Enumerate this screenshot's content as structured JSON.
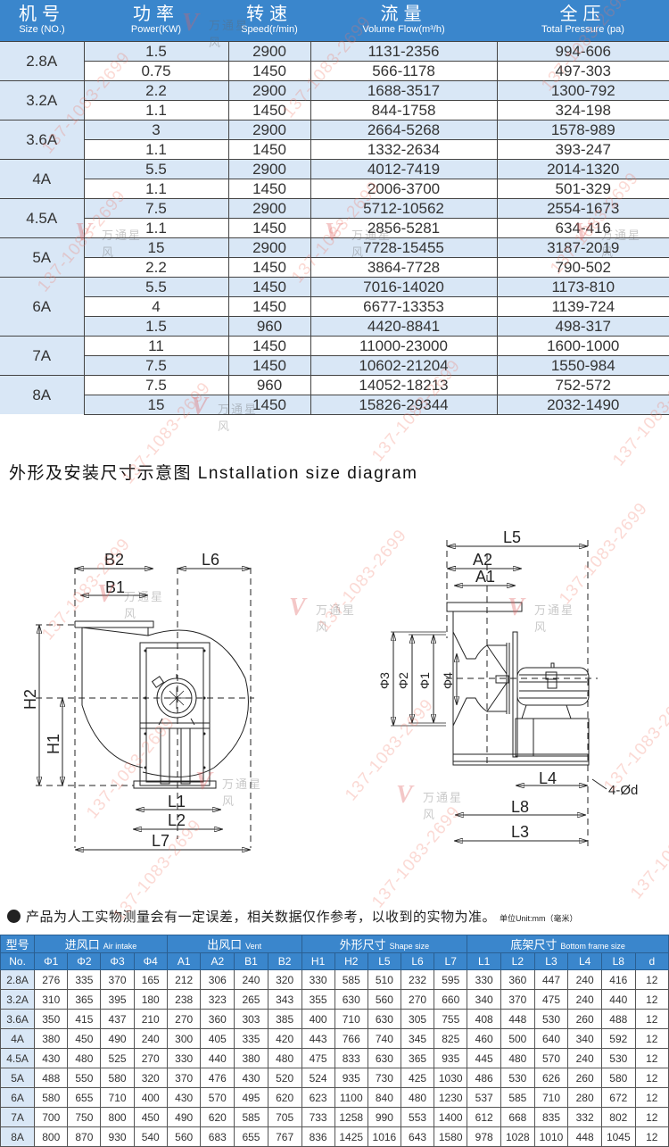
{
  "performance_table": {
    "headers": [
      {
        "cn": "机号",
        "en": "Size (NO.)"
      },
      {
        "cn": "功率",
        "en": "Power(KW)"
      },
      {
        "cn": "转速",
        "en": "Speed(r/min)"
      },
      {
        "cn": "流量",
        "en": "Volume Flow(m³/h)"
      },
      {
        "cn": "全压",
        "en": "Total Pressure (pa)"
      }
    ],
    "groups": [
      {
        "size": "2.8A",
        "rows": [
          {
            "power": "1.5",
            "speed": "2900",
            "flow": "1131-2356",
            "pressure": "994-606"
          },
          {
            "power": "0.75",
            "speed": "1450",
            "flow": "566-1178",
            "pressure": "497-303"
          }
        ]
      },
      {
        "size": "3.2A",
        "rows": [
          {
            "power": "2.2",
            "speed": "2900",
            "flow": "1688-3517",
            "pressure": "1300-792"
          },
          {
            "power": "1.1",
            "speed": "1450",
            "flow": "844-1758",
            "pressure": "324-198"
          }
        ]
      },
      {
        "size": "3.6A",
        "rows": [
          {
            "power": "3",
            "speed": "2900",
            "flow": "2664-5268",
            "pressure": "1578-989"
          },
          {
            "power": "1.1",
            "speed": "1450",
            "flow": "1332-2634",
            "pressure": "393-247"
          }
        ]
      },
      {
        "size": "4A",
        "rows": [
          {
            "power": "5.5",
            "speed": "2900",
            "flow": "4012-7419",
            "pressure": "2014-1320"
          },
          {
            "power": "1.1",
            "speed": "1450",
            "flow": "2006-3700",
            "pressure": "501-329"
          }
        ]
      },
      {
        "size": "4.5A",
        "rows": [
          {
            "power": "7.5",
            "speed": "2900",
            "flow": "5712-10562",
            "pressure": "2554-1673"
          },
          {
            "power": "1.1",
            "speed": "1450",
            "flow": "2856-5281",
            "pressure": "634-416"
          }
        ]
      },
      {
        "size": "5A",
        "rows": [
          {
            "power": "15",
            "speed": "2900",
            "flow": "7728-15455",
            "pressure": "3187-2019"
          },
          {
            "power": "2.2",
            "speed": "1450",
            "flow": "3864-7728",
            "pressure": "790-502"
          }
        ]
      },
      {
        "size": "6A",
        "rows": [
          {
            "power": "5.5",
            "speed": "1450",
            "flow": "7016-14020",
            "pressure": "1173-810"
          },
          {
            "power": "4",
            "speed": "1450",
            "flow": "6677-13353",
            "pressure": "1139-724"
          },
          {
            "power": "1.5",
            "speed": "960",
            "flow": "4420-8841",
            "pressure": "498-317"
          }
        ]
      },
      {
        "size": "7A",
        "rows": [
          {
            "power": "11",
            "speed": "1450",
            "flow": "11000-23000",
            "pressure": "1600-1000"
          },
          {
            "power": "7.5",
            "speed": "1450",
            "flow": "10602-21204",
            "pressure": "1550-984"
          }
        ]
      },
      {
        "size": "8A",
        "rows": [
          {
            "power": "7.5",
            "speed": "960",
            "flow": "14052-18213",
            "pressure": "752-572"
          },
          {
            "power": "15",
            "speed": "1450",
            "flow": "15826-29344",
            "pressure": "2032-1490"
          }
        ]
      }
    ]
  },
  "diagram": {
    "title": "外形及安装尺寸示意图 Lnstallation size diagram",
    "front_labels": {
      "B2": "B2",
      "B1": "B1",
      "L6": "L6",
      "H2": "H2",
      "H1": "H1",
      "L1": "L1",
      "L2": "L2",
      "L7": "L7"
    },
    "side_labels": {
      "L5": "L5",
      "A2": "A2",
      "A1": "A1",
      "phi3": "Φ3",
      "phi2": "Φ2",
      "phi1": "Φ1",
      "phi4": "Φ4",
      "L4": "L4",
      "hole": "4-Ød",
      "L8": "L8",
      "L3": "L3"
    }
  },
  "note": {
    "text": "产品为人工实物测量会有一定误差，相关数据仅作参考，以收到的实物为准。",
    "unit": "单位Unit:mm（毫米）"
  },
  "dimension_table": {
    "group_headers": [
      {
        "label": "型号",
        "span": 1
      },
      {
        "label": "进风口",
        "sub": "Air intake",
        "span": 4
      },
      {
        "label": "出风口",
        "sub": "Vent",
        "span": 4
      },
      {
        "label": "外形尺寸",
        "sub": "Shape size",
        "span": 5
      },
      {
        "label": "底架尺寸",
        "sub": "Bottom frame size",
        "span": 6
      }
    ],
    "columns": [
      "No.",
      "Φ1",
      "Φ2",
      "Φ3",
      "Φ4",
      "A1",
      "A2",
      "B1",
      "B2",
      "H1",
      "H2",
      "L5",
      "L6",
      "L7",
      "L1",
      "L2",
      "L3",
      "L4",
      "L8",
      "d"
    ],
    "rows": [
      [
        "2.8A",
        "276",
        "335",
        "370",
        "165",
        "212",
        "306",
        "240",
        "320",
        "330",
        "585",
        "510",
        "232",
        "595",
        "330",
        "360",
        "447",
        "240",
        "416",
        "12"
      ],
      [
        "3.2A",
        "310",
        "365",
        "395",
        "180",
        "238",
        "323",
        "265",
        "343",
        "355",
        "630",
        "560",
        "270",
        "660",
        "340",
        "370",
        "475",
        "240",
        "440",
        "12"
      ],
      [
        "3.6A",
        "350",
        "415",
        "437",
        "210",
        "270",
        "360",
        "303",
        "385",
        "400",
        "710",
        "630",
        "305",
        "755",
        "408",
        "448",
        "530",
        "260",
        "488",
        "12"
      ],
      [
        "4A",
        "380",
        "450",
        "490",
        "240",
        "300",
        "405",
        "335",
        "420",
        "443",
        "766",
        "740",
        "345",
        "825",
        "460",
        "500",
        "640",
        "340",
        "592",
        "12"
      ],
      [
        "4.5A",
        "430",
        "480",
        "525",
        "270",
        "330",
        "440",
        "380",
        "480",
        "475",
        "833",
        "630",
        "365",
        "935",
        "445",
        "480",
        "570",
        "240",
        "530",
        "12"
      ],
      [
        "5A",
        "488",
        "550",
        "580",
        "320",
        "370",
        "476",
        "430",
        "520",
        "524",
        "935",
        "730",
        "425",
        "1030",
        "486",
        "530",
        "626",
        "260",
        "580",
        "12"
      ],
      [
        "6A",
        "580",
        "655",
        "710",
        "400",
        "430",
        "570",
        "495",
        "620",
        "623",
        "1100",
        "840",
        "480",
        "1230",
        "537",
        "585",
        "710",
        "280",
        "672",
        "12"
      ],
      [
        "7A",
        "700",
        "750",
        "800",
        "450",
        "490",
        "620",
        "585",
        "705",
        "733",
        "1258",
        "990",
        "553",
        "1400",
        "612",
        "668",
        "835",
        "332",
        "802",
        "12"
      ],
      [
        "8A",
        "800",
        "870",
        "930",
        "540",
        "560",
        "683",
        "655",
        "767",
        "836",
        "1425",
        "1016",
        "643",
        "1580",
        "978",
        "1028",
        "1010",
        "448",
        "1045",
        "12"
      ]
    ]
  },
  "watermark": {
    "phone": "137-1083-2699",
    "brand": "万通星风"
  },
  "colors": {
    "header_blue": "#3a86cc",
    "row_light_blue": "#d9e7f6",
    "watermark": "#f07864"
  }
}
